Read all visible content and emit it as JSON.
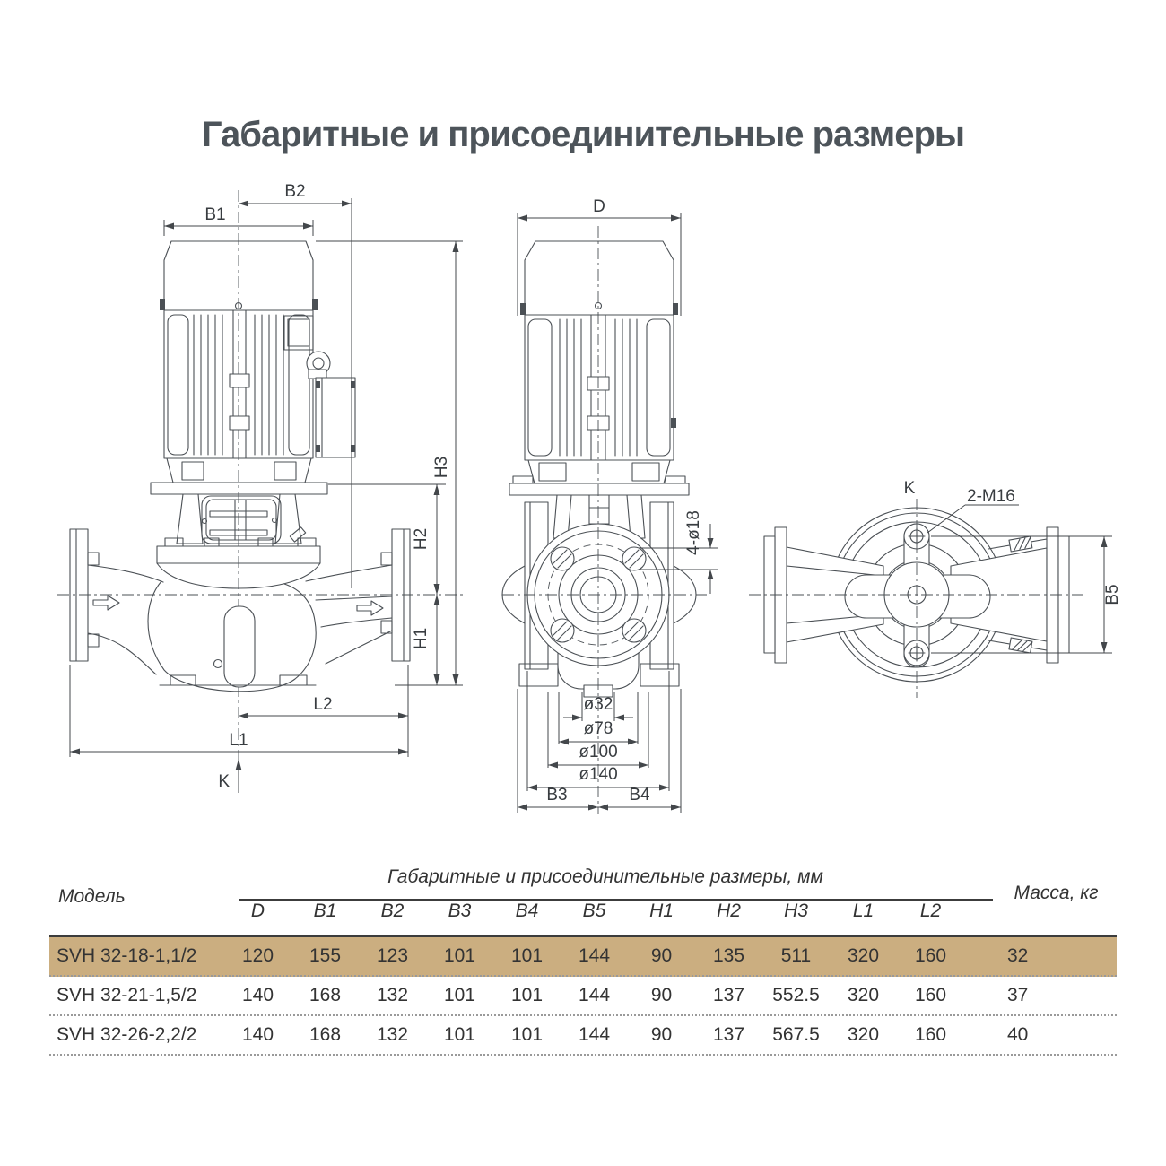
{
  "title": "Габаритные и присоединительные размеры",
  "views": {
    "side": {
      "b1": "B1",
      "b2": "B2",
      "h1": "H1",
      "h2": "H2",
      "h3": "H3",
      "l1": "L1",
      "l2": "L2",
      "k": "K"
    },
    "front": {
      "d": "D",
      "holes": "4-ø18",
      "d32": "ø32",
      "d78": "ø78",
      "d100": "ø100",
      "d140": "ø140",
      "b3": "B3",
      "b4": "B4"
    },
    "top": {
      "k": "K",
      "bolts": "2-M16",
      "b5": "B5"
    }
  },
  "table": {
    "model_header": "Модель",
    "group_header": "Габаритные и присоединительные размеры, мм",
    "mass_header": "Масса, кг",
    "columns": [
      "D",
      "B1",
      "B2",
      "B3",
      "B4",
      "B5",
      "H1",
      "H2",
      "H3",
      "L1",
      "L2"
    ],
    "rows": [
      {
        "model": "SVH 32-18-1,1/2",
        "values": [
          "120",
          "155",
          "123",
          "101",
          "101",
          "144",
          "90",
          "135",
          "511",
          "320",
          "160"
        ],
        "mass": "32"
      },
      {
        "model": "SVH 32-21-1,5/2",
        "values": [
          "140",
          "168",
          "132",
          "101",
          "101",
          "144",
          "90",
          "137",
          "552.5",
          "320",
          "160"
        ],
        "mass": "37"
      },
      {
        "model": "SVH 32-26-2,2/2",
        "values": [
          "140",
          "168",
          "132",
          "101",
          "101",
          "144",
          "90",
          "137",
          "567.5",
          "320",
          "160"
        ],
        "mass": "40"
      }
    ],
    "highlight_color": "#cbae80"
  }
}
